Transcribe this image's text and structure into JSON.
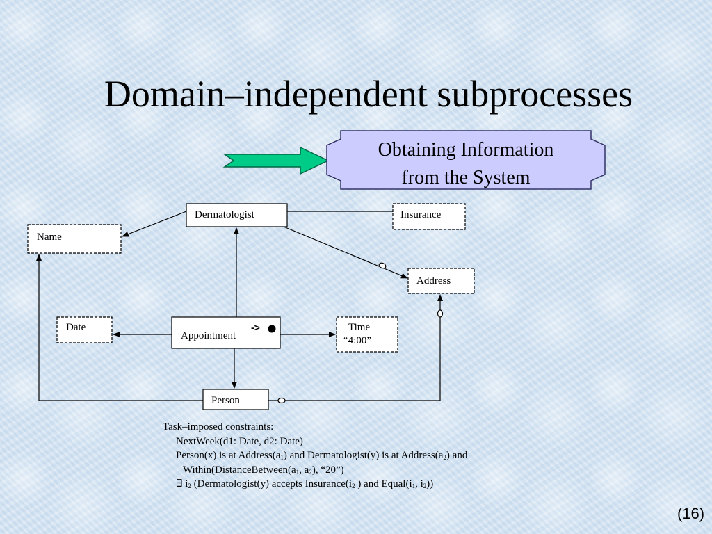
{
  "slide": {
    "title": "Domain–independent subprocesses",
    "callout_line1": "Obtaining Information",
    "callout_line2": "from the System",
    "page_number": "(16)"
  },
  "diagram": {
    "nodes": {
      "dermatologist": "Dermatologist",
      "insurance": "Insurance",
      "name": "Name",
      "address": "Address",
      "date": "Date",
      "appointment": "Appointment",
      "appointment_marker": "->",
      "time_line1": "Time",
      "time_line2": "“4:00”",
      "person": "Person"
    }
  },
  "constraints": {
    "heading": "Task–imposed constraints:",
    "line1": "NextWeek(d1: Date, d2: Date)",
    "line2_a": "Person(x) is at Address(a",
    "line2_sub1": "1",
    "line2_b": ") and Dermatologist(y) is at Address(a",
    "line2_sub2": "2",
    "line2_c": ") and",
    "line3_a": "Within(DistanceBetween(a",
    "line3_sub1": "1",
    "line3_b": ", a",
    "line3_sub2": "2",
    "line3_c": "), “20”)",
    "line4_a": "∃ i",
    "line4_sub1": "2",
    "line4_b": " (Dermatologist(y) accepts Insurance(i",
    "line4_sub2": "2",
    "line4_c": " ) and Equal(i",
    "line4_sub3": "1",
    "line4_d": ", i",
    "line4_sub4": "2",
    "line4_e": "))"
  },
  "colors": {
    "callout_fill": "#ccccff",
    "arrow_fill": "#00cc88"
  }
}
